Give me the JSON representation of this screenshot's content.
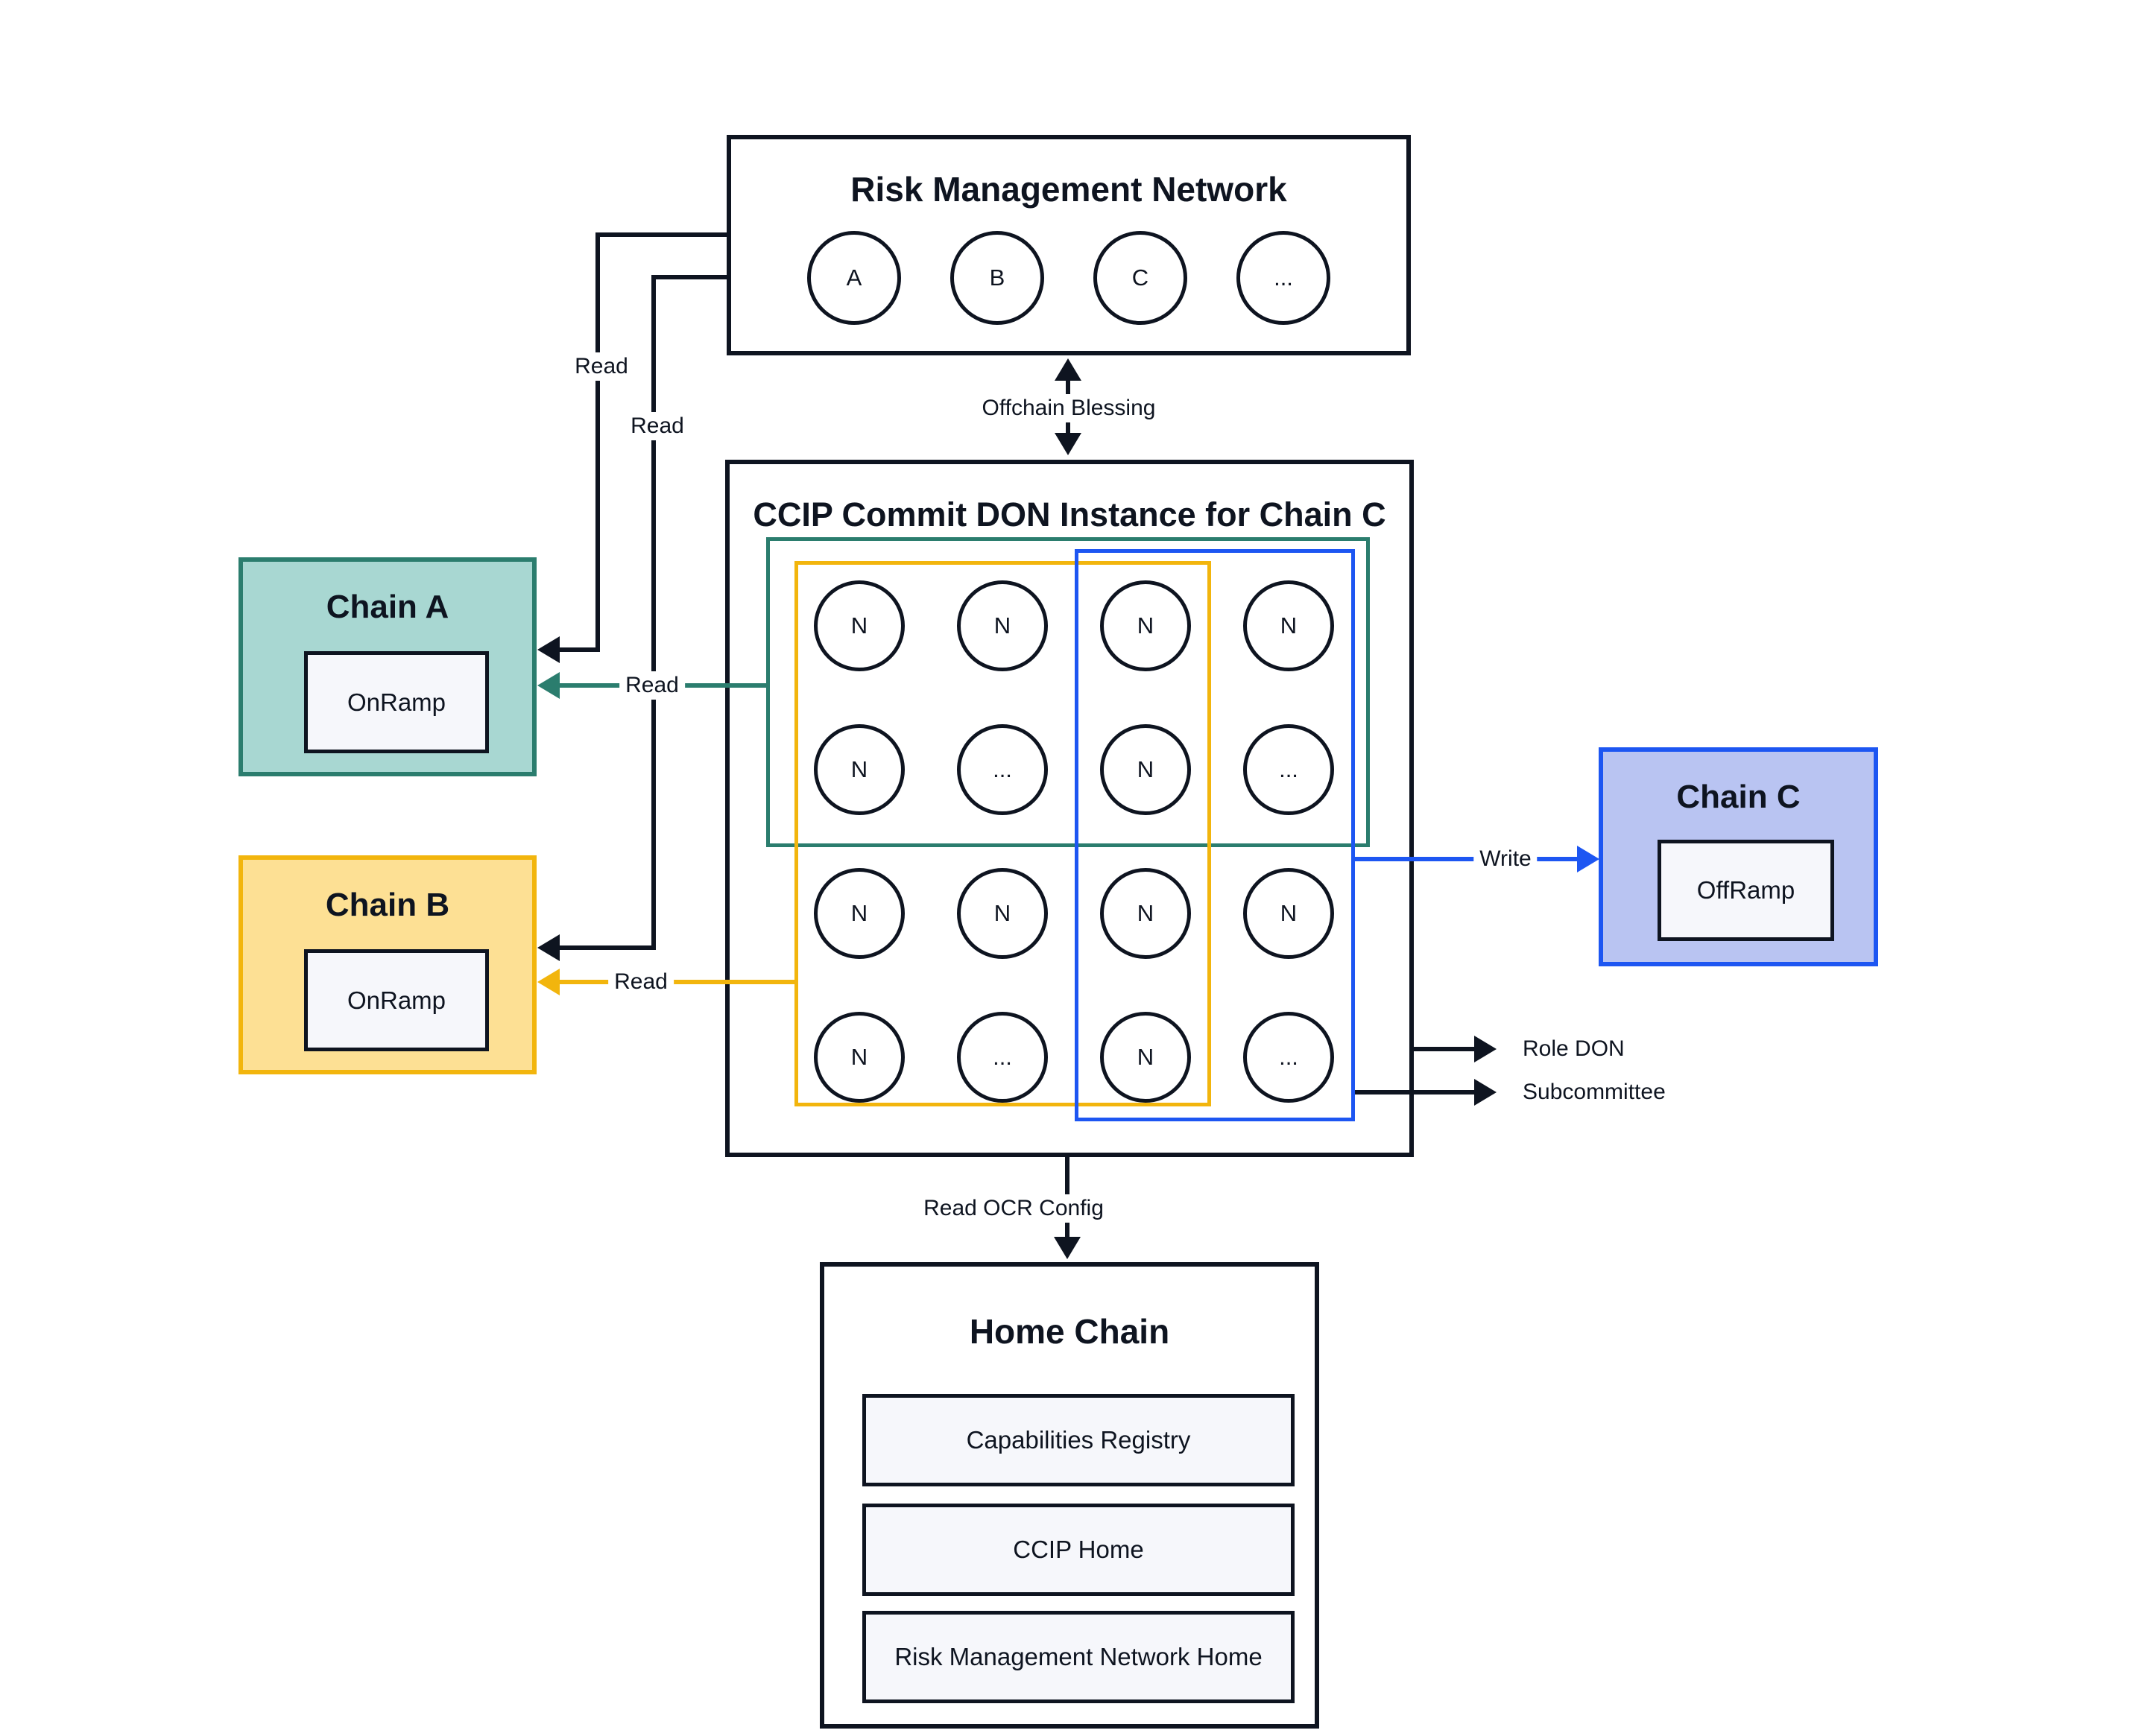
{
  "colors": {
    "ink": "#0e1420",
    "teal_border": "#2b7d6e",
    "teal_fill": "#a8d7d2",
    "amber_border": "#f2b50d",
    "amber_fill": "#fde094",
    "blue_border": "#1d56f2",
    "blue_fill": "#b9c4f2",
    "contract_fill": "#f6f7fb"
  },
  "rmn": {
    "title": "Risk Management Network",
    "nodes": [
      "A",
      "B",
      "C",
      "..."
    ]
  },
  "don": {
    "title": "CCIP Commit DON Instance for Chain C",
    "grid": [
      [
        "N",
        "N",
        "N",
        "N"
      ],
      [
        "N",
        "...",
        "N",
        "..."
      ],
      [
        "N",
        "N",
        "N",
        "N"
      ],
      [
        "N",
        "...",
        "N",
        "..."
      ]
    ]
  },
  "chain_a": {
    "title": "Chain A",
    "contract": "OnRamp"
  },
  "chain_b": {
    "title": "Chain B",
    "contract": "OnRamp"
  },
  "chain_c": {
    "title": "Chain C",
    "contract": "OffRamp"
  },
  "home_chain": {
    "title": "Home Chain",
    "contracts": [
      "Capabilities Registry",
      "CCIP Home",
      "Risk Management Network Home"
    ]
  },
  "edge_labels": {
    "read": "Read",
    "offchain_blessing": "Offchain Blessing",
    "write": "Write",
    "read_ocr_config": "Read OCR Config",
    "role_don": "Role DON",
    "subcommittee": "Subcommittee"
  }
}
